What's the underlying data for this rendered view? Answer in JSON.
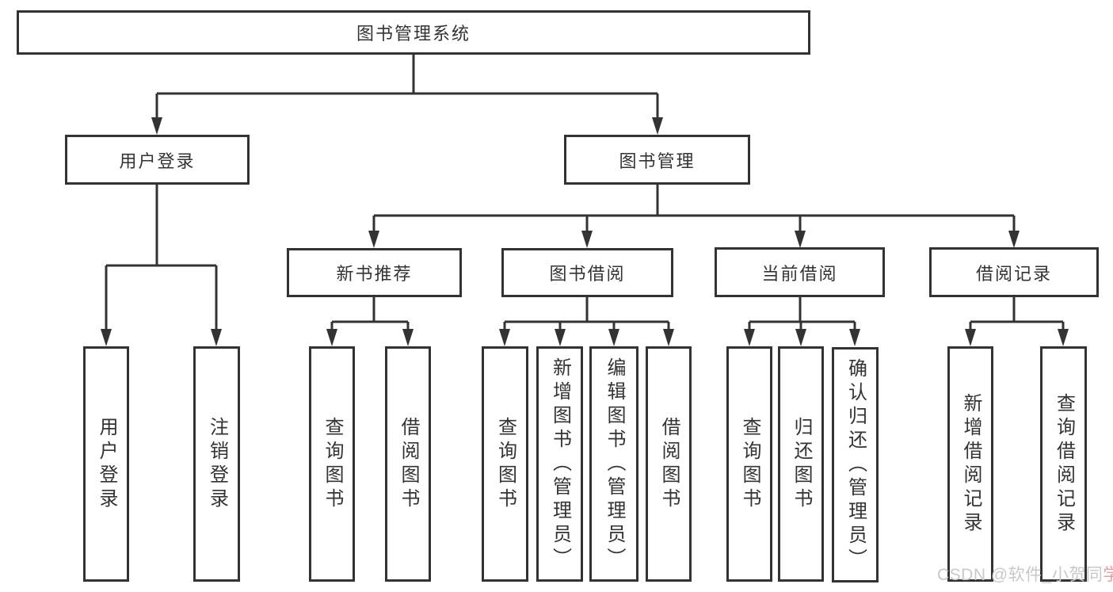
{
  "tree": {
    "label": "图书管理系统",
    "children": [
      {
        "label": "用户登录",
        "children": [
          {
            "label": "用户登录"
          },
          {
            "label": "注销登录"
          }
        ]
      },
      {
        "label": "图书管理",
        "children": [
          {
            "label": "新书推荐",
            "children": [
              {
                "label": "查询图书"
              },
              {
                "label": "借阅图书"
              }
            ]
          },
          {
            "label": "图书借阅",
            "children": [
              {
                "label": "查询图书"
              },
              {
                "label": "新增图书（管理员）"
              },
              {
                "label": "编辑图书（管理员）"
              },
              {
                "label": "借阅图书"
              }
            ]
          },
          {
            "label": "当前借阅",
            "children": [
              {
                "label": "查询图书"
              },
              {
                "label": "归还图书"
              },
              {
                "label": "确认归还（管理员）"
              }
            ]
          },
          {
            "label": "借阅记录",
            "children": [
              {
                "label": "新增借阅记录"
              },
              {
                "label": "查询借阅记录"
              }
            ]
          }
        ]
      }
    ]
  },
  "watermark": {
    "prefix": "CSDN @软件_小贺同",
    "suffix": "学"
  },
  "colors": {
    "line": "#333333",
    "box_border": "#333333",
    "text": "#333333",
    "background": "#ffffff",
    "watermark_gray": "#c8c8c8",
    "watermark_pink": "#e39f9f"
  }
}
